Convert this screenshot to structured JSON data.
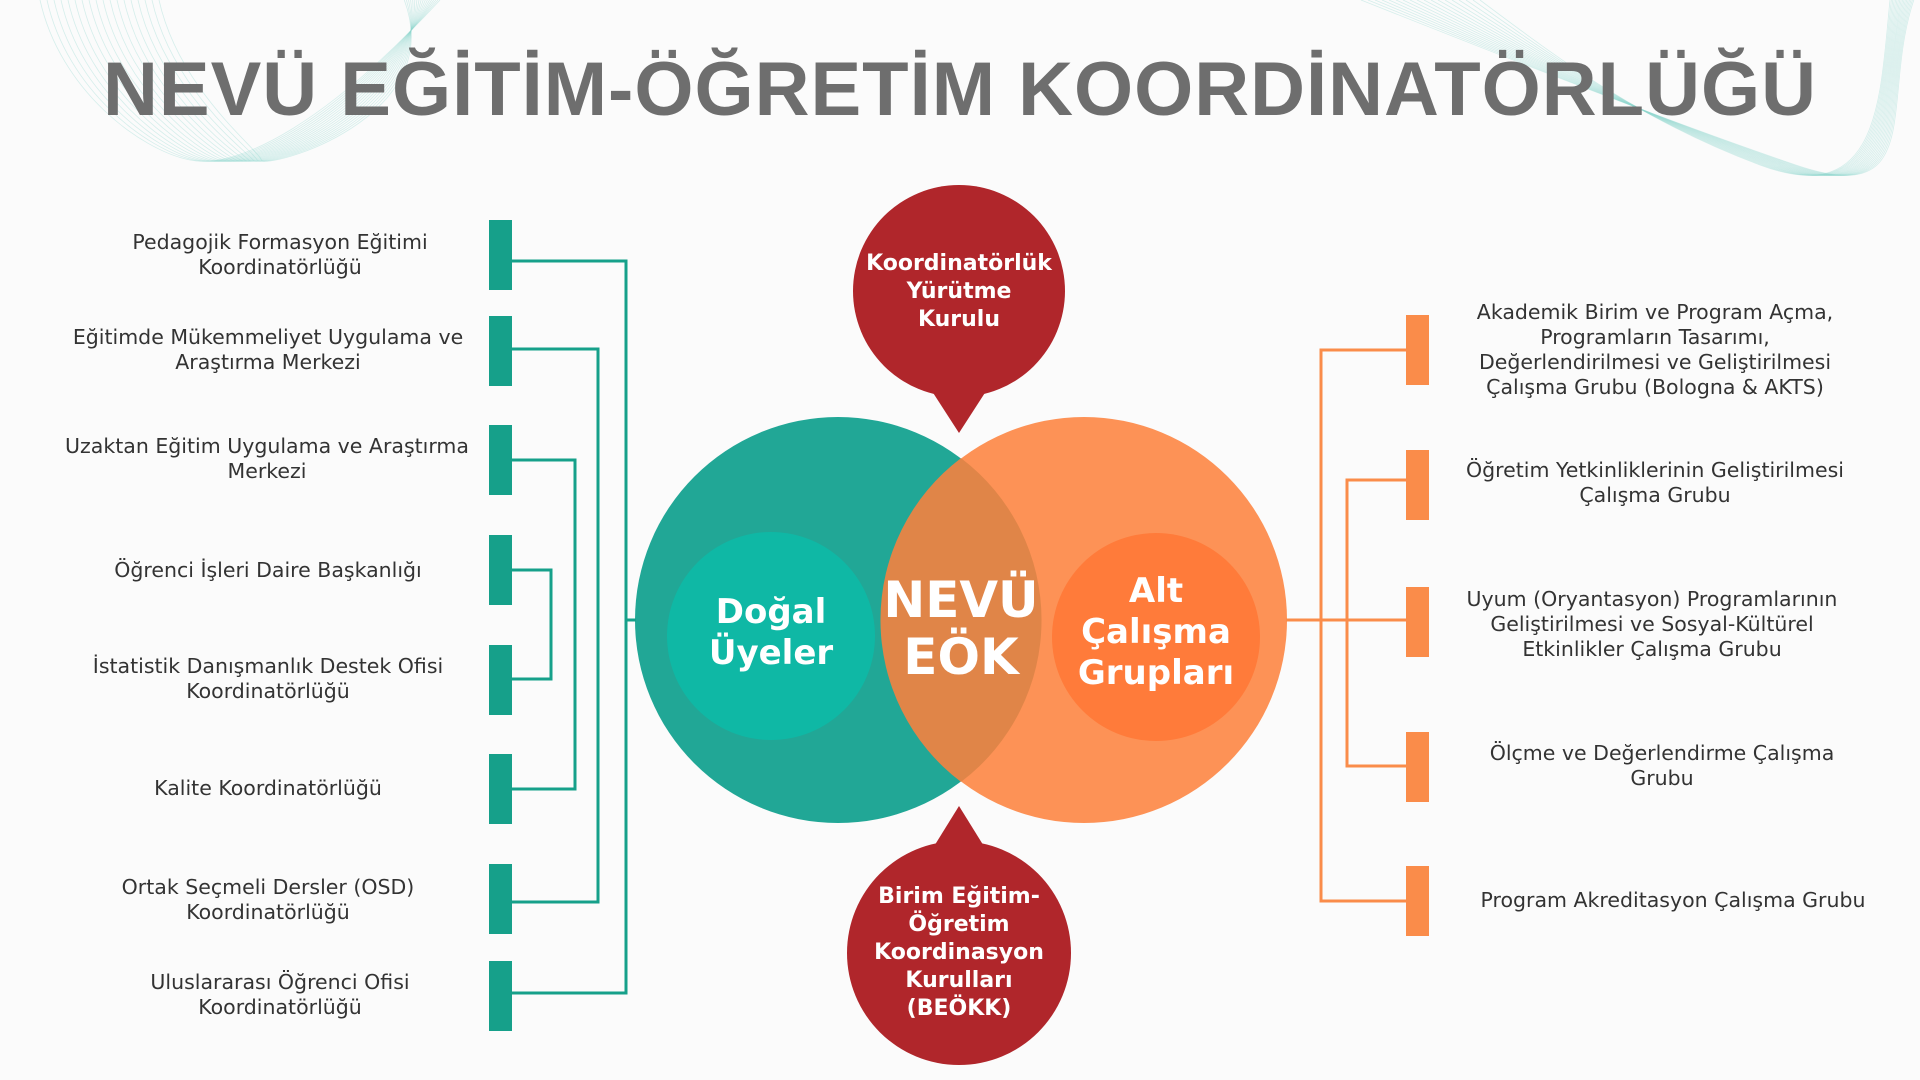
{
  "title": "NEVÜ EĞİTİM-ÖĞRETİM KOORDİNATÖRLÜĞÜ",
  "colors": {
    "teal": "#16a08a",
    "teal_circle": "#21a796",
    "teal_inner": "#0fb8a5",
    "orange": "#fa8c4a",
    "orange_circle": "#fd9256",
    "orange_inner": "#ff7b3a",
    "overlap": "#e08548",
    "red": "#b0262b",
    "title": "#6e6e6e"
  },
  "venn": {
    "left_label": [
      "Doğal",
      "Üyeler"
    ],
    "center_label": [
      "NEVÜ",
      "EÖK"
    ],
    "right_label": [
      "Alt",
      "Çalışma",
      "Grupları"
    ]
  },
  "top_bubble": [
    "Koordinatörlük",
    "Yürütme",
    "Kurulu"
  ],
  "bottom_bubble": [
    "Birim Eğitim-",
    "Öğretim",
    "Koordinasyon",
    "Kurulları",
    "(BEÖKK)"
  ],
  "left_items": [
    [
      "Pedagojik Formasyon Eğitimi",
      "Koordinatörlüğü"
    ],
    [
      "Eğitimde Mükemmeliyet Uygulama ve",
      "Araştırma Merkezi"
    ],
    [
      "Uzaktan Eğitim Uygulama ve Araştırma",
      "Merkezi"
    ],
    [
      "Öğrenci İşleri Daire Başkanlığı"
    ],
    [
      "İstatistik Danışmanlık Destek Ofisi",
      "Koordinatörlüğü"
    ],
    [
      "Kalite Koordinatörlüğü"
    ],
    [
      "Ortak Seçmeli Dersler (OSD)",
      "Koordinatörlüğü"
    ],
    [
      "Uluslararası Öğrenci Ofisi",
      "Koordinatörlüğü"
    ]
  ],
  "right_items": [
    [
      "Akademik Birim ve Program Açma,",
      "Programların Tasarımı,",
      "Değerlendirilmesi ve Geliştirilmesi",
      "Çalışma Grubu (Bologna & AKTS)"
    ],
    [
      "Öğretim Yetkinliklerinin Geliştirilmesi",
      "Çalışma Grubu"
    ],
    [
      "Uyum (Oryantasyon) Programlarının",
      "Geliştirilmesi ve Sosyal-Kültürel",
      "Etkinlikler Çalışma Grubu"
    ],
    [
      "Ölçme ve Değerlendirme Çalışma",
      "Grubu"
    ],
    [
      "Program Akreditasyon Çalışma Grubu"
    ]
  ]
}
